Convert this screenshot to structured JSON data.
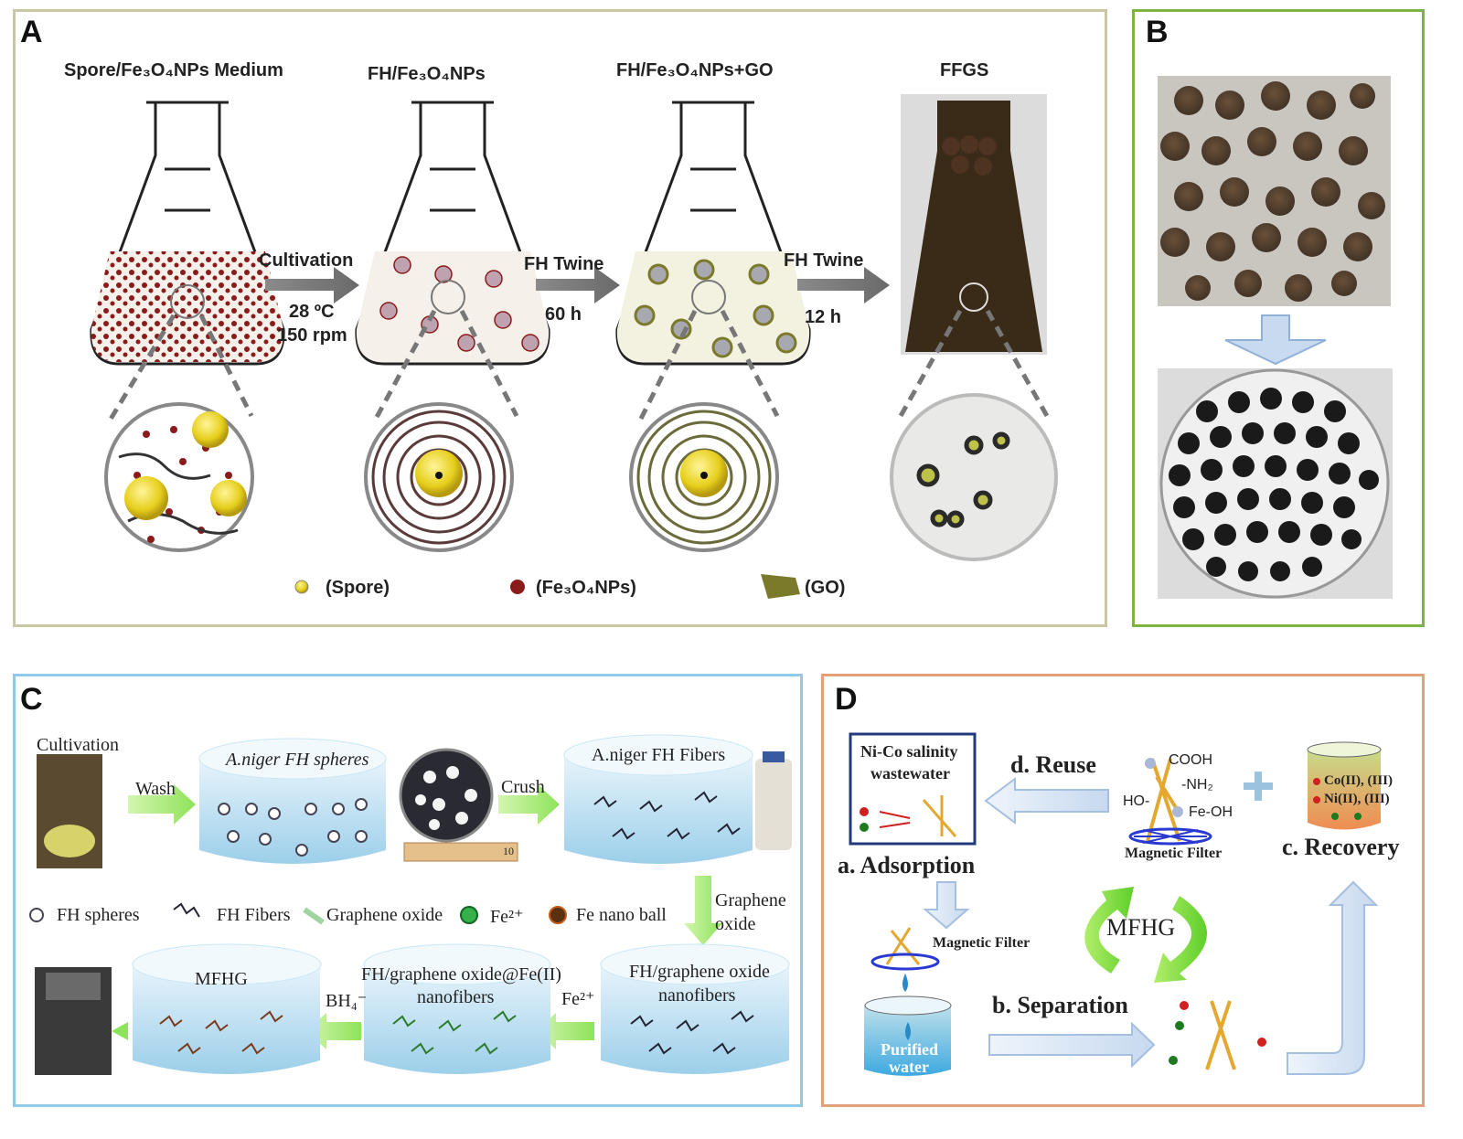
{
  "panelA": {
    "label": "A",
    "flask1_title": "Spore/Fe₃O₄NPs Medium",
    "flask2_title": "FH/Fe₃O₄NPs",
    "flask3_title": "FH/Fe₃O₄NPs+GO",
    "flask4_title": "FFGS",
    "arrow1_label": "Cultivation",
    "arrow1_cond1": "28 ºC",
    "arrow1_cond2": "150 rpm",
    "arrow2_label": "FH Twine",
    "arrow2_time": "60 h",
    "arrow3_label": "FH Twine",
    "arrow3_time": "12 h",
    "legend": [
      {
        "name": "(Spore)",
        "color": "#e5d13a"
      },
      {
        "name": "(Fe₃O₄NPs)",
        "color": "#8b1a1a"
      },
      {
        "name": "(GO)",
        "color": "#7a7a2a"
      }
    ],
    "border_color": "#c9c7a3"
  },
  "panelB": {
    "label": "B",
    "border_color": "#7cb342"
  },
  "panelC": {
    "label": "C",
    "border_color": "#8fcbe8",
    "cultivation": "Cultivation",
    "wash": "Wash",
    "spheres_title": "A.niger FH spheres",
    "crush": "Crush",
    "fibers_title": "A.niger FH Fibers",
    "graphene_oxide_1": "Graphene",
    "graphene_oxide_2": "oxide",
    "go_nanofibers_1": "FH/graphene oxide",
    "go_nanofibers_2": "nanofibers",
    "fe2_arrow": "Fe²⁺",
    "fe_nanofibers_1": "FH/graphene oxide@Fe(II)",
    "fe_nanofibers_2": "nanofibers",
    "bh4_arrow": "BH₄⁻",
    "mfhg": "MFHG",
    "legend": [
      {
        "name": "FH spheres"
      },
      {
        "name": "FH Fibers"
      },
      {
        "name": "Graphene oxide"
      },
      {
        "name": "Fe²⁺"
      },
      {
        "name": "Fe nano ball"
      }
    ],
    "ruler_label": "10"
  },
  "panelD": {
    "label": "D",
    "border_color": "#e0a07a",
    "wastewater_1": "Ni-Co salinity",
    "wastewater_2": "wastewater",
    "reuse": "d. Reuse",
    "adsorption": "a. Adsorption",
    "recovery": "c. Recovery",
    "separation": "b. Separation",
    "magnetic_filter_1": "Magnetic Filter",
    "magnetic_filter_2": "Magnetic Filter",
    "mfhg": "MFHG",
    "purified_1": "Purified",
    "purified_2": "water",
    "metals_1": "Co(II), (III)",
    "metals_2": "Ni(II), (III)",
    "group_cooh": "COOH",
    "group_nh2": "-NH₂",
    "group_ho": "HO-",
    "group_feoh": "Fe-OH"
  }
}
